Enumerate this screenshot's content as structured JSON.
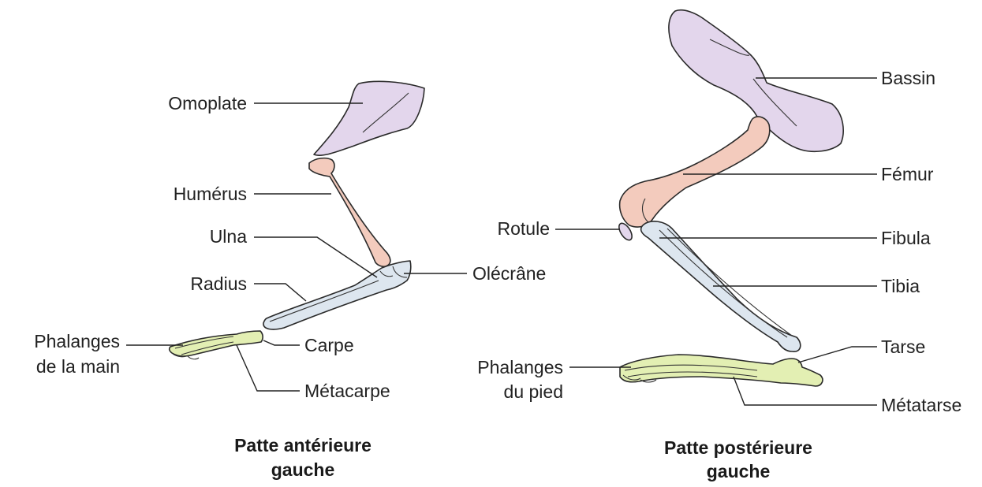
{
  "front_leg": {
    "labels": {
      "omoplate": "Omoplate",
      "humerus": "Humérus",
      "ulna": "Ulna",
      "radius": "Radius",
      "olecrane": "Olécrâne",
      "phalanges_line1": "Phalanges",
      "phalanges_line2": "de la main",
      "carpe": "Carpe",
      "metacarpe": "Métacarpe"
    },
    "caption": {
      "line1": "Patte antérieure",
      "line2": "gauche"
    }
  },
  "hind_leg": {
    "labels": {
      "bassin": "Bassin",
      "femur": "Fémur",
      "rotule": "Rotule",
      "fibula": "Fibula",
      "tibia": "Tibia",
      "tarse": "Tarse",
      "phalanges_line1": "Phalanges",
      "phalanges_line2": "du pied",
      "metatarse": "Métatarse"
    },
    "caption": {
      "line1": "Patte postérieure",
      "line2": "gauche"
    }
  },
  "colors": {
    "girdle": "#e3d6ec",
    "upper_bone": "#f3cbbd",
    "lower_bone": "#dde6ef",
    "foot": "#e3efb3",
    "outline": "#2a2a2a"
  }
}
